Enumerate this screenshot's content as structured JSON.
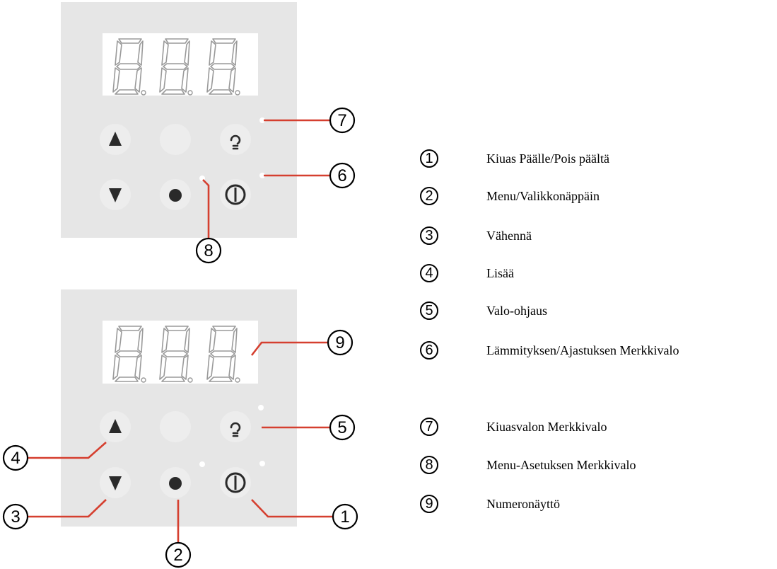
{
  "colors": {
    "panel": "#e6e6e6",
    "display": "#ffffff",
    "button": "#ededed",
    "leader_line": "#d53f2f",
    "icon": "#2a2a2a"
  },
  "top_panel": {
    "display_digits": [
      "8.",
      "8.",
      "8."
    ],
    "callouts": [
      "7",
      "6",
      "8"
    ]
  },
  "bottom_panel": {
    "display_digits": [
      "8.",
      "8.",
      "8."
    ],
    "callouts": [
      "9",
      "5",
      "4",
      "3",
      "1",
      "2"
    ]
  },
  "buttons": {
    "up": "up-triangle-icon",
    "blank": "blank",
    "light": "light-bulb-icon",
    "down": "down-triangle-icon",
    "menu": "dot-icon",
    "power": "power-icon"
  },
  "legend": [
    {
      "num": "1",
      "label": "Kiuas Päälle/Pois päältä"
    },
    {
      "num": "2",
      "label": "Menu/Valikkonäppäin"
    },
    {
      "num": "3",
      "label": "Vähennä"
    },
    {
      "num": "4",
      "label": "Lisää"
    },
    {
      "num": "5",
      "label": "Valo-ohjaus"
    },
    {
      "num": "6",
      "label": "Lämmityksen/Ajastuksen Merkkivalo"
    },
    {
      "num": "7",
      "label": "Kiuasvalon Merkkivalo"
    },
    {
      "num": "8",
      "label": "Menu-Asetuksen Merkkivalo"
    },
    {
      "num": "9",
      "label": "Numeronäyttö"
    }
  ]
}
